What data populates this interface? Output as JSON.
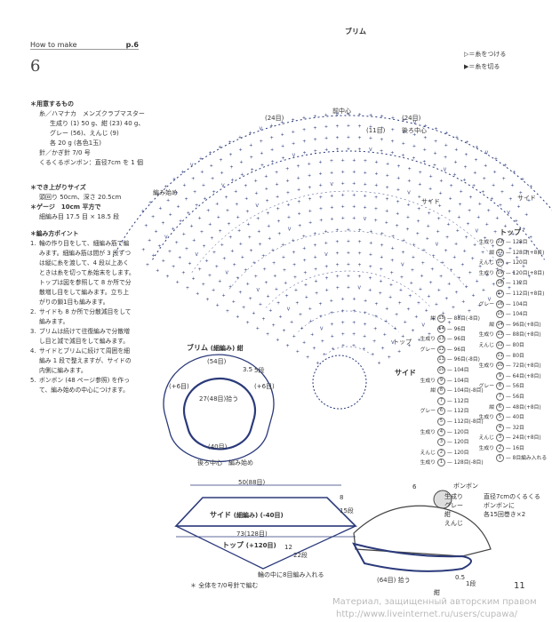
{
  "header": {
    "title": "How to make",
    "page_ref": "p.6",
    "pattern_number": "6"
  },
  "materials": {
    "heading": "＊用意するもの",
    "yarn_label": "糸／ハマナカ　メンズクラブマスター",
    "colors": [
      "生成り (1) 50 g、紺 (23) 40 g、",
      "グレー (56)、えんじ (9)",
      "各 20 g (各色1玉)"
    ],
    "needle": "針／かぎ針 7/0 号",
    "pompom": "くるくるボンボン：直径7cm を 1 個"
  },
  "finished": {
    "heading": "＊でき上がりサイズ",
    "size": "頭回り 50cm、深さ 20.5cm",
    "gauge_heading": "＊ゲージ　10cm 平方で",
    "gauge": "細編み目 17.5 目 × 18.5 段"
  },
  "steps": {
    "heading": "＊編み方ポイント",
    "items": [
      {
        "n": "1.",
        "lines": [
          "輪の作り目をして、細編み筋で編",
          "みます。細編み筋は間が 3 段ずつ",
          "は縦に糸を渡して、4 段以上あく",
          "ときは糸を切って糸始末をします。",
          "トップは図を参照して 8 か所で分",
          "散増し目をして編みます。立ち上",
          "がりの鎖1目も編みます。"
        ]
      },
      {
        "n": "2.",
        "lines": [
          "サイドも 8 か所で分散減目をして",
          "編みます。"
        ]
      },
      {
        "n": "3.",
        "lines": [
          "ブリムは続けて往復編みで分散増",
          "し目と減で減目をして編みます。"
        ]
      },
      {
        "n": "4.",
        "lines": [
          "サイドとブリムに続けて周囲を細",
          "編み 1 段で整えますが、サイドの",
          "内側に編みます。"
        ]
      },
      {
        "n": "5.",
        "lines": [
          "ボンボン (48 ページ参照) を作っ",
          "て、編み始めの中心につけます。"
        ]
      }
    ]
  },
  "chart": {
    "brim_title": "ブリム",
    "legend": [
      {
        "sym": "▷",
        "text": "＝糸をつける"
      },
      {
        "sym": "▶",
        "text": "＝糸を切る"
      }
    ],
    "labels": {
      "front_center": "前中心",
      "back_center": "後ろ中心",
      "side": "サイド",
      "top": "トップ",
      "start": "編み始め",
      "sts24": "(24目)",
      "sts11": "(11目)"
    },
    "row_numbers": [
      "1",
      "4",
      "9",
      "11",
      "15",
      "16",
      "17",
      "19",
      "15",
      "5"
    ]
  },
  "top_table": {
    "title": "トップ",
    "rows": [
      {
        "color": "生成り",
        "row": "22",
        "sts": "128目"
      },
      {
        "color": "紺",
        "row": "21",
        "sts": "128目(+8目)"
      },
      {
        "color": "えんじ",
        "row": "20",
        "sts": "120目"
      },
      {
        "color": "生成り",
        "row": "19",
        "sts": "120目(+8目)"
      },
      {
        "color": "",
        "row": "18",
        "sts": "112目"
      },
      {
        "color": "",
        "row": "17",
        "sts": "112目(+8目)"
      },
      {
        "color": "グレー",
        "row": "16",
        "sts": "104目"
      },
      {
        "color": "",
        "row": "15",
        "sts": "104目"
      },
      {
        "color": "紺",
        "row": "14",
        "sts": "96目(+8目)"
      },
      {
        "color": "生成り",
        "row": "13",
        "sts": "88目(+8目)"
      },
      {
        "color": "えんじ",
        "row": "12",
        "sts": "80目"
      },
      {
        "color": "",
        "row": "11",
        "sts": "80目"
      },
      {
        "color": "生成り",
        "row": "10",
        "sts": "72目(+8目)"
      },
      {
        "color": "",
        "row": "9",
        "sts": "64目(+8目)"
      },
      {
        "color": "グレー",
        "row": "8",
        "sts": "56目"
      },
      {
        "color": "",
        "row": "7",
        "sts": "56目"
      },
      {
        "color": "紺",
        "row": "6",
        "sts": "48目(+8目)"
      },
      {
        "color": "生成り",
        "row": "5",
        "sts": "40目"
      },
      {
        "color": "",
        "row": "4",
        "sts": "32目"
      },
      {
        "color": "えんじ",
        "row": "3",
        "sts": "24目(+8目)"
      },
      {
        "color": "生成り",
        "row": "2",
        "sts": "16目"
      },
      {
        "color": "",
        "row": "1",
        "sts": "8目編み入れる"
      }
    ]
  },
  "side_table": {
    "title": "サイド",
    "rows": [
      {
        "color": "紺",
        "row": "15",
        "sts": "88目(-8目)"
      },
      {
        "color": "",
        "row": "14",
        "sts": "96目"
      },
      {
        "color": "生成り",
        "row": "13",
        "sts": "96目"
      },
      {
        "color": "グレー",
        "row": "12",
        "sts": "96目"
      },
      {
        "color": "",
        "row": "11",
        "sts": "96目(-8目)"
      },
      {
        "color": "",
        "row": "10",
        "sts": "104目"
      },
      {
        "color": "生成り",
        "row": "9",
        "sts": "104目"
      },
      {
        "color": "紺",
        "row": "8",
        "sts": "104目(-8目)"
      },
      {
        "color": "",
        "row": "7",
        "sts": "112目"
      },
      {
        "color": "グレー",
        "row": "6",
        "sts": "112目"
      },
      {
        "color": "",
        "row": "5",
        "sts": "112目(-8目)"
      },
      {
        "color": "生成り",
        "row": "4",
        "sts": "120目"
      },
      {
        "color": "",
        "row": "3",
        "sts": "120目"
      },
      {
        "color": "えんじ",
        "row": "2",
        "sts": "120目"
      },
      {
        "color": "生成り",
        "row": "1",
        "sts": "128目(-8目)"
      }
    ]
  },
  "brim_diagram": {
    "title": "ブリム",
    "subtitle": "(細編み) 紺",
    "outer": "(54目)",
    "inner": "27(48目)拾う",
    "plus1": "(+6目)",
    "plus2": "(+6目)",
    "rows": "3.5",
    "rows2": "5段",
    "bottom": "(40目)",
    "caption": "後ろ中心　編み始め"
  },
  "side_diagram": {
    "top_width": "50(88目)",
    "title": "サイド",
    "stitch": "(細編み) (-40目)",
    "height": "8",
    "height_rows": "15段",
    "bottom_width": "73(128目)",
    "top_label": "トップ",
    "top_inc": "(+120目)",
    "top_h": "12",
    "top_rows": "22段",
    "start": "輪の中に8目編み入れる",
    "note": "＊ 全体を7/0号針で編む"
  },
  "pompom": {
    "label": "ボンボン",
    "desc": [
      "直径7cmのくるくる",
      "ボンボンに",
      "各15回巻き×2"
    ],
    "colors": [
      "生成り",
      "グレー",
      "紺",
      "えんじ"
    ],
    "width": "6"
  },
  "hat": {
    "pickup": "(64目) 拾う",
    "color": "紺",
    "rows_a": "0.5",
    "rows_b": "1段"
  },
  "footer": {
    "page_number": "11",
    "watermark1": "Материал, защищенный авторским правом",
    "watermark2": "http://www.liveinternet.ru/users/cupawa/"
  },
  "colors": {
    "navy": "#2b3a7a",
    "red": "#c0392b",
    "ink": "#333333"
  }
}
